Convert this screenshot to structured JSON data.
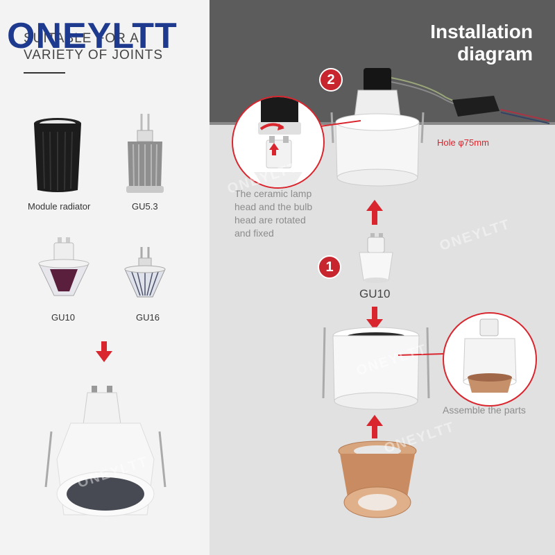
{
  "brand": "ONEYLTT",
  "suitable_text": [
    "SUITABLE FOR A",
    "VARIETY OF JOINTS"
  ],
  "items": [
    {
      "label": "Module radiator"
    },
    {
      "label": "GU5.3"
    },
    {
      "label": "GU10"
    },
    {
      "label": "GU16"
    }
  ],
  "install": {
    "title_line1": "Installation",
    "title_line2": "diagram",
    "hole_label": "Hole φ75mm",
    "step1": "1",
    "step2": "2",
    "ceramic_note": [
      "The ceramic lamp",
      "head and the bulb",
      "head are rotated",
      "and fixed"
    ],
    "gu10_label": "GU10",
    "assemble_label": "Assemble the parts"
  },
  "watermark": "ONEYLTT",
  "colors": {
    "accent": "#d9252d",
    "brand": "#1d3a8f"
  }
}
